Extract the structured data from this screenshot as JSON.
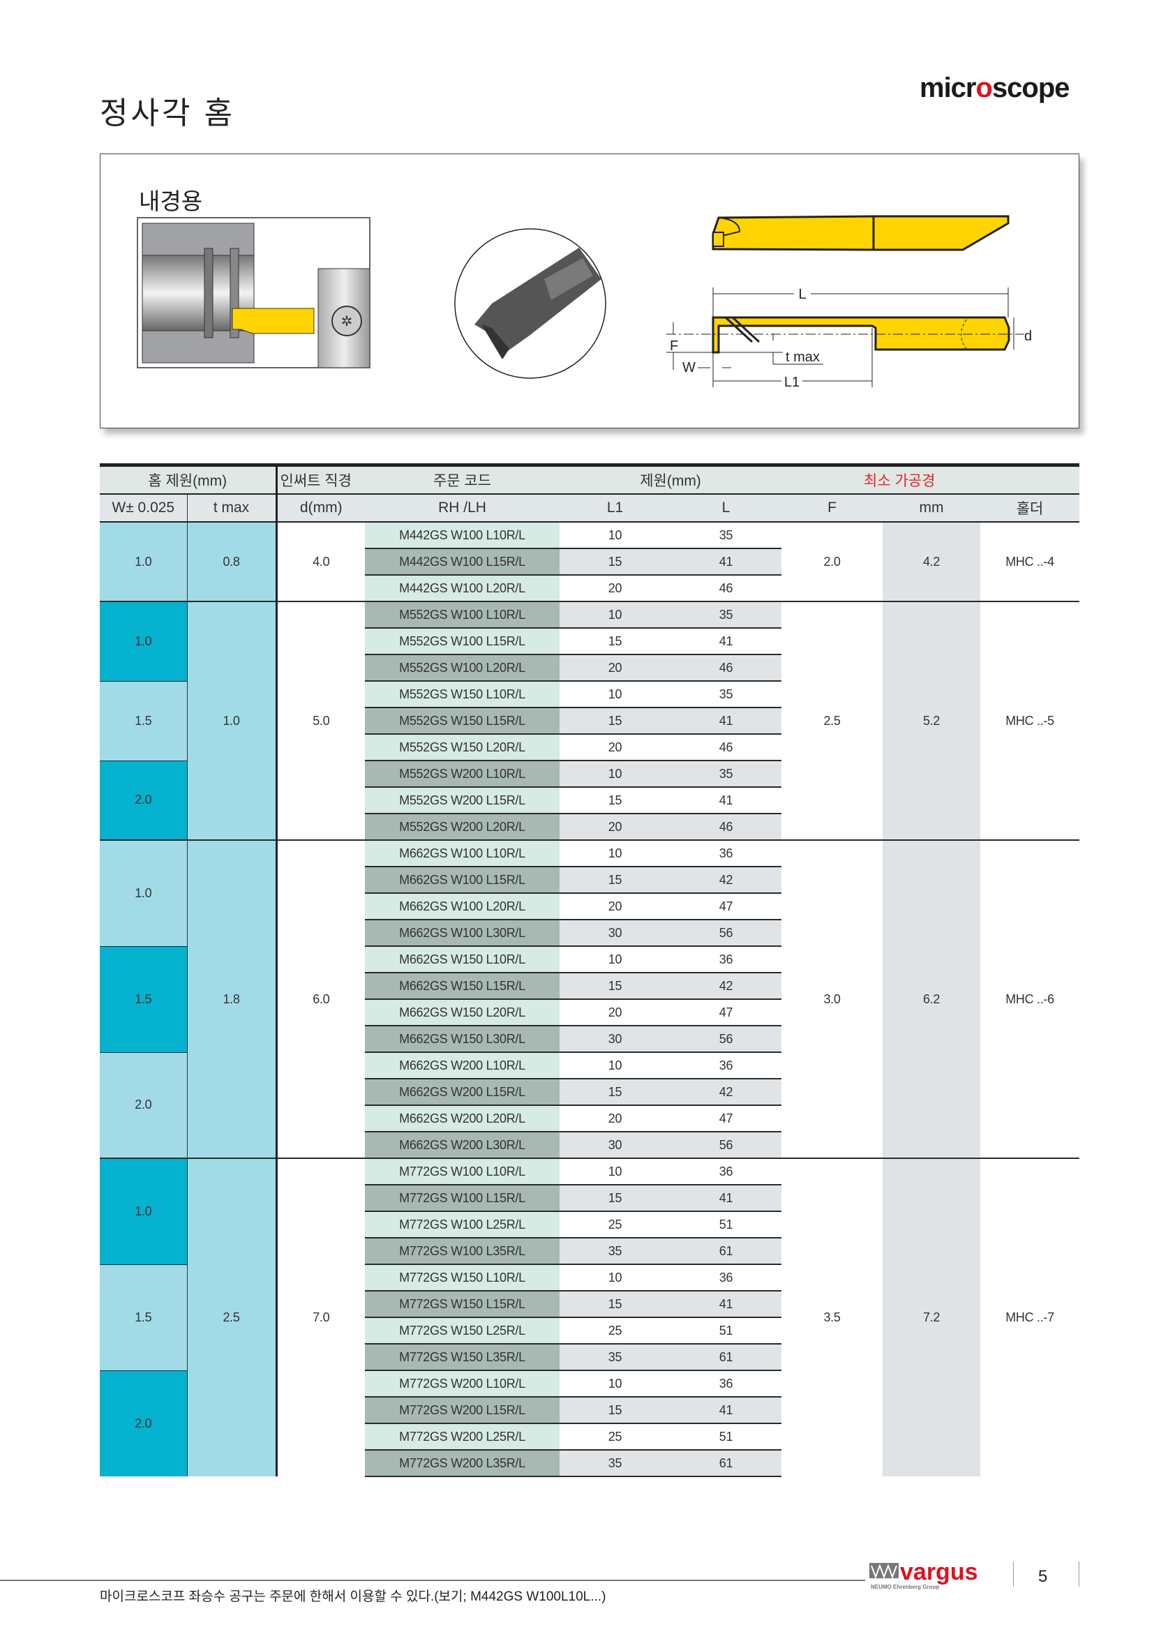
{
  "page": {
    "title": "정사각 홈",
    "brand_logo": "microscope",
    "page_number": "5",
    "footnote": "마이크로스코프 좌승수 공구는 주문에 한해서 이용할 수 있다.(보기; M442GS W100L10L...)",
    "footer_logo": "vargus",
    "footer_logo_sub": "NEUMO Ehrenberg Group"
  },
  "figure": {
    "subtitle": "내경용",
    "dim_labels": {
      "L": "L",
      "d": "d",
      "F": "F",
      "W": "W",
      "tmax": "t max",
      "L1": "L1"
    }
  },
  "colors": {
    "accent_red": "#e8202a",
    "insert_yellow": "#ffd400",
    "teal": "#05b2cf",
    "light_blue": "#a2dbe8"
  },
  "table": {
    "header_row1": {
      "groove_dims": "홈 제원(mm)",
      "insert_dia": "인써트 직경",
      "order_code": "주문 코드",
      "dims": "제원(mm)",
      "min_bore": "최소 가공경"
    },
    "header_row2": {
      "w": "W±  0.025",
      "tmax": "t max",
      "d": "d(mm)",
      "code": "RH /LH",
      "L1": "L1",
      "L": "L",
      "F": "F",
      "mm": "mm",
      "holder": "홀더"
    },
    "groups": [
      {
        "tmax": "0.8",
        "d": "4.0",
        "F": "2.0",
        "min_mm": "4.2",
        "holder": "MHC ..-4",
        "widths": [
          {
            "w": "1.0",
            "teal": false,
            "rows": [
              {
                "code": "M442GS W100 L10R/L",
                "L1": "10",
                "L": "35"
              },
              {
                "code": "M442GS W100 L15R/L",
                "L1": "15",
                "L": "41"
              },
              {
                "code": "M442GS W100 L20R/L",
                "L1": "20",
                "L": "46"
              }
            ]
          }
        ]
      },
      {
        "tmax": "1.0",
        "d": "5.0",
        "F": "2.5",
        "min_mm": "5.2",
        "holder": "MHC ..-5",
        "widths": [
          {
            "w": "1.0",
            "teal": true,
            "rows": [
              {
                "code": "M552GS W100 L10R/L",
                "L1": "10",
                "L": "35"
              },
              {
                "code": "M552GS W100 L15R/L",
                "L1": "15",
                "L": "41"
              },
              {
                "code": "M552GS W100 L20R/L",
                "L1": "20",
                "L": "46"
              }
            ]
          },
          {
            "w": "1.5",
            "teal": false,
            "rows": [
              {
                "code": "M552GS W150 L10R/L",
                "L1": "10",
                "L": "35"
              },
              {
                "code": "M552GS W150 L15R/L",
                "L1": "15",
                "L": "41"
              },
              {
                "code": "M552GS W150 L20R/L",
                "L1": "20",
                "L": "46"
              }
            ]
          },
          {
            "w": "2.0",
            "teal": true,
            "rows": [
              {
                "code": "M552GS W200 L10R/L",
                "L1": "10",
                "L": "35"
              },
              {
                "code": "M552GS W200 L15R/L",
                "L1": "15",
                "L": "41"
              },
              {
                "code": "M552GS W200 L20R/L",
                "L1": "20",
                "L": "46"
              }
            ]
          }
        ]
      },
      {
        "tmax": "1.8",
        "d": "6.0",
        "F": "3.0",
        "min_mm": "6.2",
        "holder": "MHC ..-6",
        "widths": [
          {
            "w": "1.0",
            "teal": false,
            "rows": [
              {
                "code": "M662GS W100 L10R/L",
                "L1": "10",
                "L": "36"
              },
              {
                "code": "M662GS W100 L15R/L",
                "L1": "15",
                "L": "42"
              },
              {
                "code": "M662GS W100 L20R/L",
                "L1": "20",
                "L": "47"
              },
              {
                "code": "M662GS W100 L30R/L",
                "L1": "30",
                "L": "56"
              }
            ]
          },
          {
            "w": "1.5",
            "teal": true,
            "rows": [
              {
                "code": "M662GS W150 L10R/L",
                "L1": "10",
                "L": "36"
              },
              {
                "code": "M662GS W150 L15R/L",
                "L1": "15",
                "L": "42"
              },
              {
                "code": "M662GS W150 L20R/L",
                "L1": "20",
                "L": "47"
              },
              {
                "code": "M662GS W150 L30R/L",
                "L1": "30",
                "L": "56"
              }
            ]
          },
          {
            "w": "2.0",
            "teal": false,
            "rows": [
              {
                "code": "M662GS W200 L10R/L",
                "L1": "10",
                "L": "36"
              },
              {
                "code": "M662GS W200 L15R/L",
                "L1": "15",
                "L": "42"
              },
              {
                "code": "M662GS W200 L20R/L",
                "L1": "20",
                "L": "47"
              },
              {
                "code": "M662GS W200 L30R/L",
                "L1": "30",
                "L": "56"
              }
            ]
          }
        ]
      },
      {
        "tmax": "2.5",
        "d": "7.0",
        "F": "3.5",
        "min_mm": "7.2",
        "holder": "MHC ..-7",
        "widths": [
          {
            "w": "1.0",
            "teal": true,
            "rows": [
              {
                "code": "M772GS W100 L10R/L",
                "L1": "10",
                "L": "36"
              },
              {
                "code": "M772GS W100 L15R/L",
                "L1": "15",
                "L": "41"
              },
              {
                "code": "M772GS W100 L25R/L",
                "L1": "25",
                "L": "51"
              },
              {
                "code": "M772GS W100 L35R/L",
                "L1": "35",
                "L": "61"
              }
            ]
          },
          {
            "w": "1.5",
            "teal": false,
            "rows": [
              {
                "code": "M772GS W150 L10R/L",
                "L1": "10",
                "L": "36"
              },
              {
                "code": "M772GS W150 L15R/L",
                "L1": "15",
                "L": "41"
              },
              {
                "code": "M772GS W150 L25R/L",
                "L1": "25",
                "L": "51"
              },
              {
                "code": "M772GS W150 L35R/L",
                "L1": "35",
                "L": "61"
              }
            ]
          },
          {
            "w": "2.0",
            "teal": true,
            "rows": [
              {
                "code": "M772GS W200 L10R/L",
                "L1": "10",
                "L": "36"
              },
              {
                "code": "M772GS W200 L15R/L",
                "L1": "15",
                "L": "41"
              },
              {
                "code": "M772GS W200 L25R/L",
                "L1": "25",
                "L": "51"
              },
              {
                "code": "M772GS W200 L35R/L",
                "L1": "35",
                "L": "61"
              }
            ]
          }
        ]
      }
    ]
  }
}
